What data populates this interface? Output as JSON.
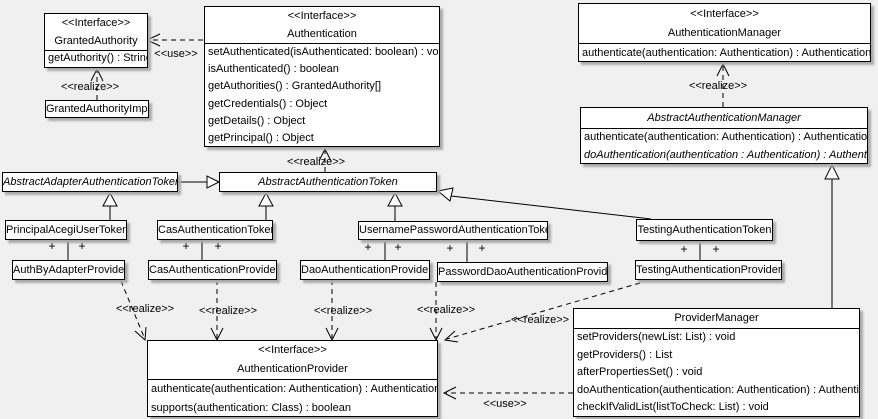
{
  "stereotypes": {
    "interface": "<<Interface>>",
    "realize": "<<realize>>",
    "use": "<<use>>"
  },
  "markers": {
    "plus": "+"
  },
  "colors": {
    "background": "#f0f0f0",
    "box_fill": "#ffffff",
    "border": "#000000",
    "shadow": "#aaaaaa"
  },
  "classes": {
    "granted_authority": {
      "name": "GrantedAuthority",
      "interface": true,
      "methods": [
        "getAuthority() : String"
      ]
    },
    "granted_authority_impl": {
      "name": "GrantedAuthorityImpl",
      "methods": []
    },
    "authentication": {
      "name": "Authentication",
      "interface": true,
      "methods": [
        "setAuthenticated(isAuthenticated: boolean) : void",
        "isAuthenticated() : boolean",
        "getAuthorities() : GrantedAuthority[]",
        "getCredentials() : Object",
        "getDetails() : Object",
        "getPrincipal() : Object"
      ]
    },
    "authentication_manager": {
      "name": "AuthenticationManager",
      "interface": true,
      "methods": [
        "authenticate(authentication: Authentication) : Authentication"
      ]
    },
    "abstract_authentication_manager": {
      "name": "AbstractAuthenticationManager",
      "abstract": true,
      "methods": [
        "authenticate(authentication: Authentication) : Authentication",
        "doAuthentication(authentication : Authentication) : Authentication"
      ]
    },
    "abstract_adapter_authentication_token": {
      "name": "AbstractAdapterAuthenticationToken",
      "abstract": true,
      "methods": []
    },
    "abstract_authentication_token": {
      "name": "AbstractAuthenticationToken",
      "abstract": true,
      "methods": []
    },
    "principal_acegi_user_token": {
      "name": "PrincipalAcegiUserToken",
      "methods": []
    },
    "cas_authentication_token": {
      "name": "CasAuthenticationToken",
      "methods": []
    },
    "username_password_authentication_token": {
      "name": "UsernamePasswordAuthenticationToken",
      "methods": []
    },
    "testing_authentication_token": {
      "name": "TestingAuthenticationToken",
      "methods": []
    },
    "auth_by_adapter_provider": {
      "name": "AuthByAdapterProvider",
      "methods": []
    },
    "cas_authentication_provider": {
      "name": "CasAuthenticationProvider",
      "methods": []
    },
    "dao_authentication_provider": {
      "name": "DaoAuthenticationProvider",
      "methods": []
    },
    "password_dao_authentication_provider": {
      "name": "PasswordDaoAuthenticationProvider",
      "methods": []
    },
    "testing_authentication_provider": {
      "name": "TestingAuthenticationProvider",
      "methods": []
    },
    "authentication_provider": {
      "name": "AuthenticationProvider",
      "interface": true,
      "methods": [
        "authenticate(authentication: Authentication) : Authentication",
        "supports(authentication: Class) : boolean"
      ]
    },
    "provider_manager": {
      "name": "ProviderManager",
      "methods": [
        "setProviders(newList: List) : void",
        "getProviders() : List",
        "afterPropertiesSet() : void",
        "doAuthentication(authentication: Authentication) : Authentication",
        "checkIfValidList(listToCheck: List) : void"
      ]
    }
  }
}
